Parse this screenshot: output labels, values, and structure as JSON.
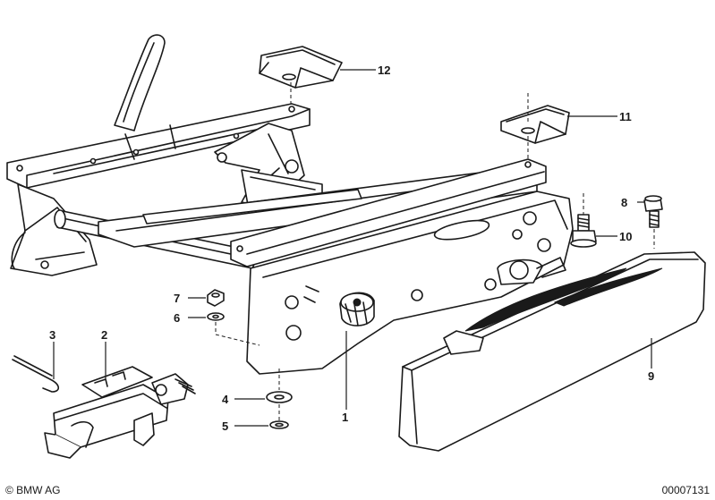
{
  "diagram": {
    "callouts": [
      {
        "id": "c1",
        "text": "1"
      },
      {
        "id": "c2",
        "text": "2"
      },
      {
        "id": "c3",
        "text": "3"
      },
      {
        "id": "c4",
        "text": "4"
      },
      {
        "id": "c5",
        "text": "5"
      },
      {
        "id": "c6",
        "text": "6"
      },
      {
        "id": "c7",
        "text": "7"
      },
      {
        "id": "c8",
        "text": "8"
      },
      {
        "id": "c9",
        "text": "9"
      },
      {
        "id": "c10",
        "text": "10"
      },
      {
        "id": "c11",
        "text": "11"
      },
      {
        "id": "c12",
        "text": "12"
      }
    ]
  },
  "footer": {
    "copyright": "© BMW AG",
    "drawing_number": "00007131"
  }
}
